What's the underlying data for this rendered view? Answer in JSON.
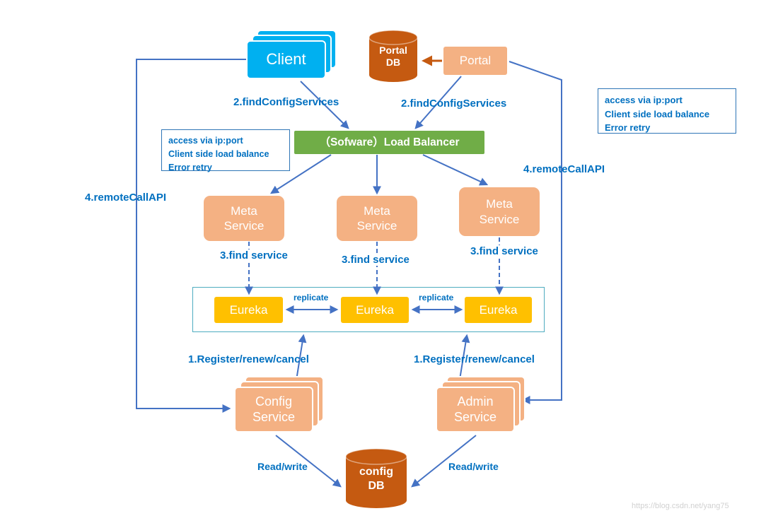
{
  "nodes": {
    "client": {
      "label": "Client",
      "color": "#00B0F0"
    },
    "portal": {
      "label": "Portal",
      "color": "#F4B183"
    },
    "portal_db": {
      "label_line1": "Portal",
      "label_line2": "DB",
      "color": "#C55A11"
    },
    "load_balancer": {
      "label": "（Sofware）Load Balancer",
      "color": "#70AD47"
    },
    "meta_service": {
      "label_line1": "Meta",
      "label_line2": "Service",
      "color": "#F4B183"
    },
    "eureka": {
      "label": "Eureka",
      "color": "#FFC000"
    },
    "config_service": {
      "label_line1": "Config",
      "label_line2": "Service",
      "color": "#F4B183"
    },
    "admin_service": {
      "label_line1": "Admin",
      "label_line2": "Service",
      "color": "#F4B183"
    },
    "config_db": {
      "label_line1": "config",
      "label_line2": "DB",
      "color": "#C55A11"
    }
  },
  "edge_labels": {
    "find_config_services": "2.findConfigServices",
    "find_service": "3.find service",
    "replicate": "replicate",
    "register_renew_cancel": "1.Register/renew/cancel",
    "remote_call_api": "4.remoteCallAPI",
    "read_write": "Read/write"
  },
  "notes": {
    "line1": "access via ip:port",
    "line2": "Client side load balance",
    "line3": "Error retry"
  },
  "colors": {
    "arrow_blue": "#4472C4",
    "arrow_orange": "#C55A11",
    "label_text": "#0070C0",
    "eureka_border": "#4EACC0",
    "note_border": "#2E75B6"
  },
  "watermark": "https://blog.csdn.net/yang75"
}
